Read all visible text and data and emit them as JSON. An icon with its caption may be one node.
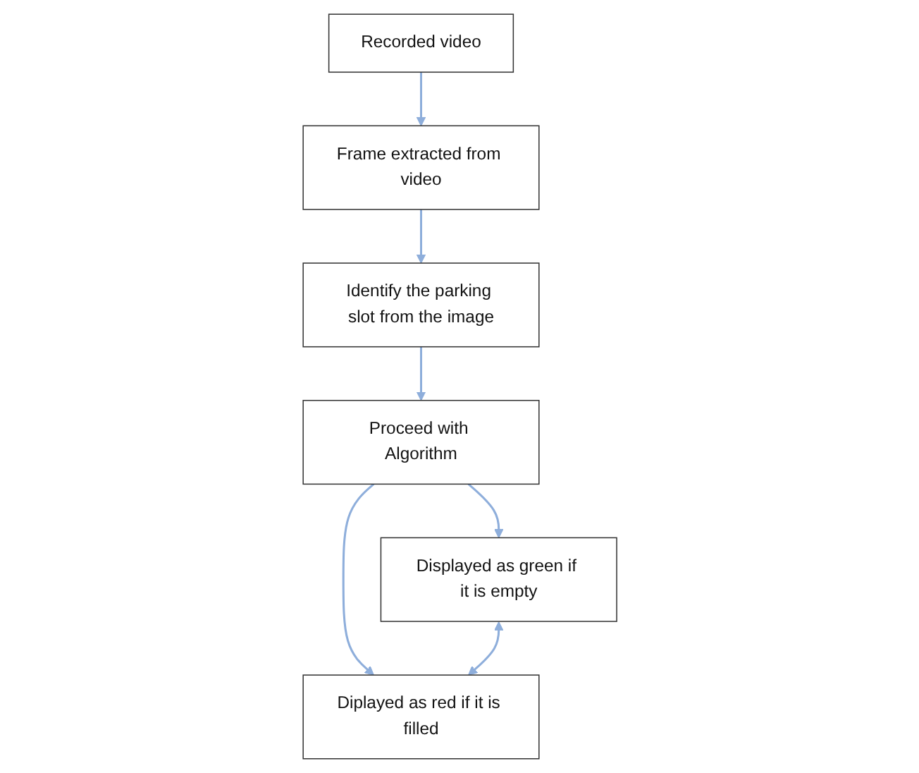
{
  "diagram": {
    "nodes": [
      {
        "text": [
          "Recorded video"
        ]
      },
      {
        "text": [
          "Frame extracted from video"
        ]
      },
      {
        "text": [
          "Identify the parking slot from the image"
        ]
      },
      {
        "text": [
          "Proceed with Algorithm"
        ]
      },
      {
        "text": [
          "Displayed as green if it is empty"
        ]
      },
      {
        "text": [
          "Diplayed as red if it is filled"
        ]
      }
    ],
    "edges": [
      {
        "from": 0,
        "to": 1,
        "arrow": "to"
      },
      {
        "from": 1,
        "to": 2,
        "arrow": "to"
      },
      {
        "from": 2,
        "to": 3,
        "arrow": "to"
      },
      {
        "from": 3,
        "to": 4,
        "arrow": "to"
      },
      {
        "from": 3,
        "to": 5,
        "arrow": "to"
      },
      {
        "from": 4,
        "to": 5,
        "arrow": "both"
      }
    ]
  }
}
